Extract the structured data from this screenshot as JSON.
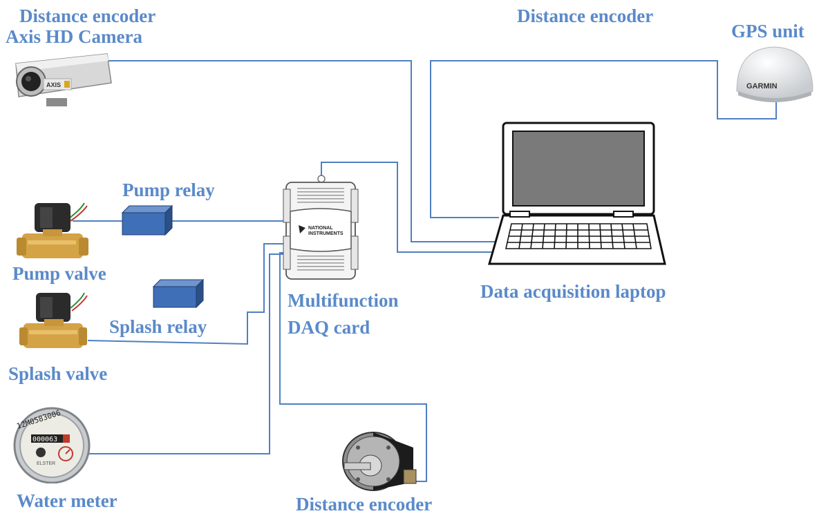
{
  "labels": {
    "top_left_encoder": "Distance encoder",
    "camera": "Axis HD Camera",
    "top_center_encoder": "Distance encoder",
    "gps": "GPS unit",
    "pump_relay": "Pump relay",
    "pump_valve": "Pump valve",
    "splash_relay": "Splash relay",
    "splash_valve": "Splash valve",
    "daq_line1": "Multifunction",
    "daq_line2": "DAQ card",
    "laptop": "Data acquisition laptop",
    "water_meter": "Water meter",
    "bottom_encoder": "Distance encoder"
  },
  "device_text": {
    "camera_brand": "AXIS",
    "gps_brand": "GARMIN",
    "daq_brand_1": "NATIONAL",
    "daq_brand_2": "INSTRUMENTS",
    "meter_serial": "12M0583006",
    "meter_digits": "000063",
    "meter_brand": "ELSTER"
  },
  "colors": {
    "label": "#5a8ac9",
    "wire": "#4f7fc1",
    "relay_fill": "#3f6fb6",
    "relay_dark": "#2c4f86",
    "relay_top": "#6f95cf"
  },
  "icons": [
    "camera-icon",
    "gps-antenna-icon",
    "solenoid-valve-icon",
    "relay-box-icon",
    "daq-card-icon",
    "laptop-icon",
    "water-meter-icon",
    "rotary-encoder-icon"
  ]
}
